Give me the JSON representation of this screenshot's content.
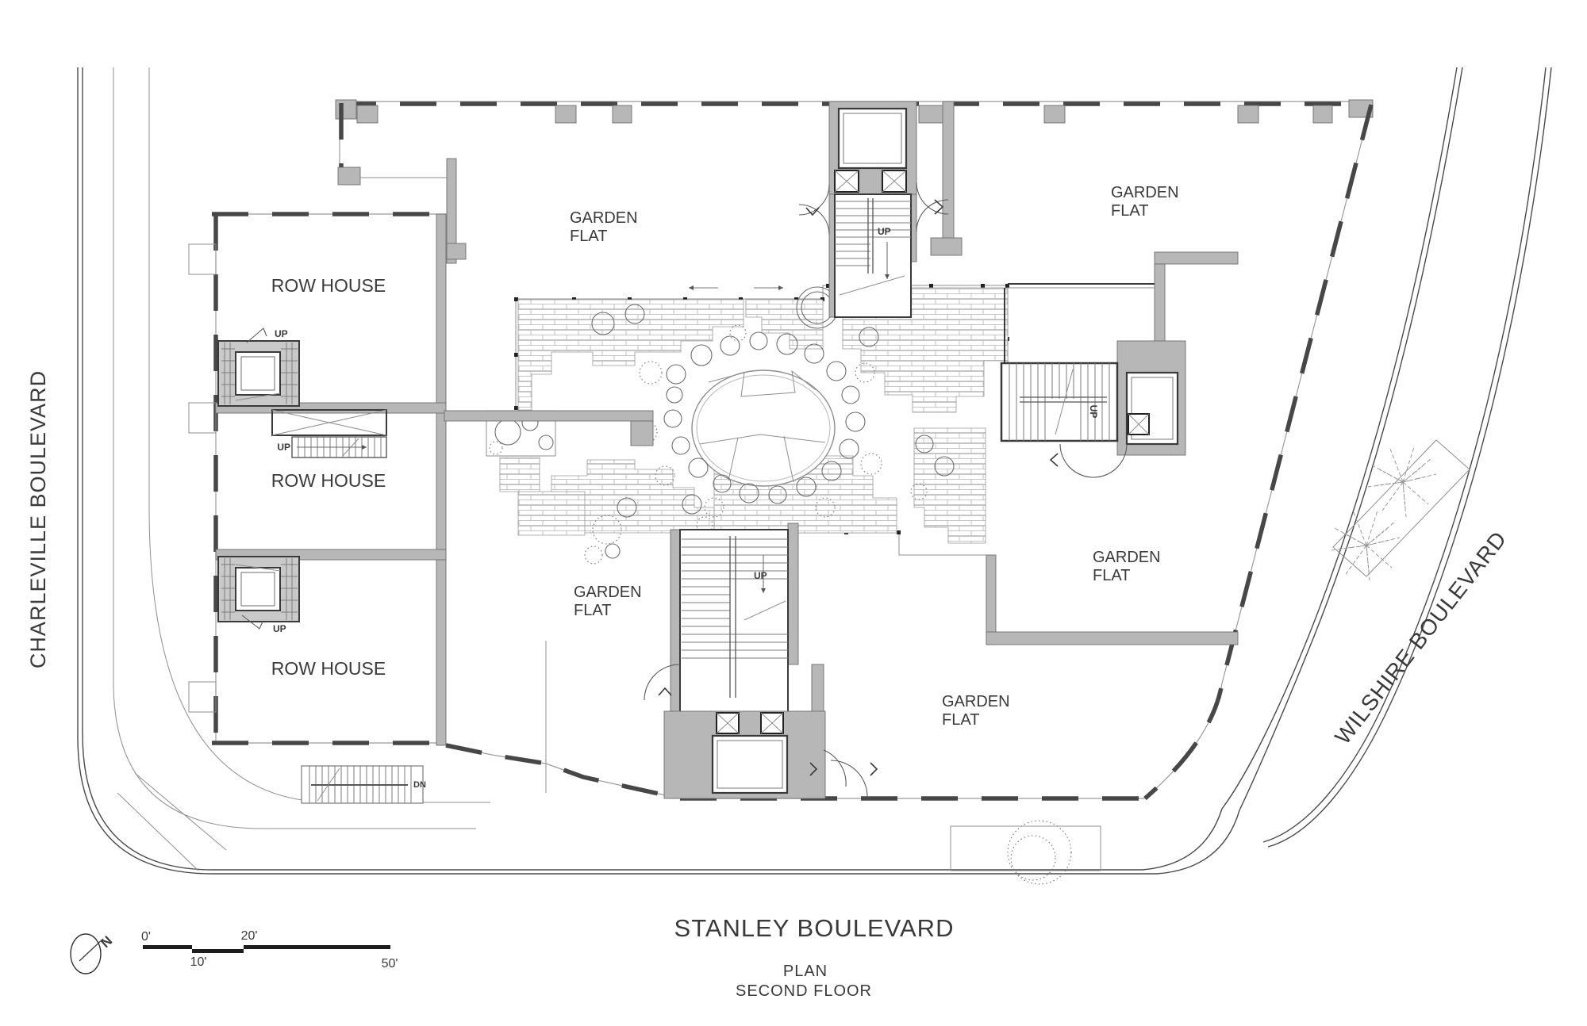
{
  "sheet": {
    "background": "#ffffff",
    "line_color": "#3a3a3a",
    "wall_gray": "#b7b7b7",
    "vegetation_color": "#6d6d6d"
  },
  "streets": {
    "left": "CHARLEVILLE BOULEVARD",
    "bottom": "STANLEY BOULEVARD",
    "right": "WILSHIRE BOULEVARD"
  },
  "caption": {
    "line1": "PLAN",
    "line2": "SECOND FLOOR"
  },
  "rooms": {
    "row_houses": [
      {
        "label": "ROW HOUSE"
      },
      {
        "label": "ROW HOUSE"
      },
      {
        "label": "ROW HOUSE"
      }
    ],
    "garden_flats": [
      {
        "id": "north",
        "line1": "GARDEN",
        "line2": "FLAT"
      },
      {
        "id": "northeast",
        "line1": "GARDEN",
        "line2": "FLAT"
      },
      {
        "id": "west",
        "line1": "GARDEN",
        "line2": "FLAT"
      },
      {
        "id": "east",
        "line1": "GARDEN",
        "line2": "FLAT"
      },
      {
        "id": "south",
        "line1": "GARDEN",
        "line2": "FLAT"
      }
    ]
  },
  "stairs": {
    "up": "UP",
    "down": "DN"
  },
  "scale_bar": {
    "tick_0": "0'",
    "tick_10": "10'",
    "tick_20": "20'",
    "tick_50": "50'"
  },
  "compass": {
    "north": "N"
  }
}
